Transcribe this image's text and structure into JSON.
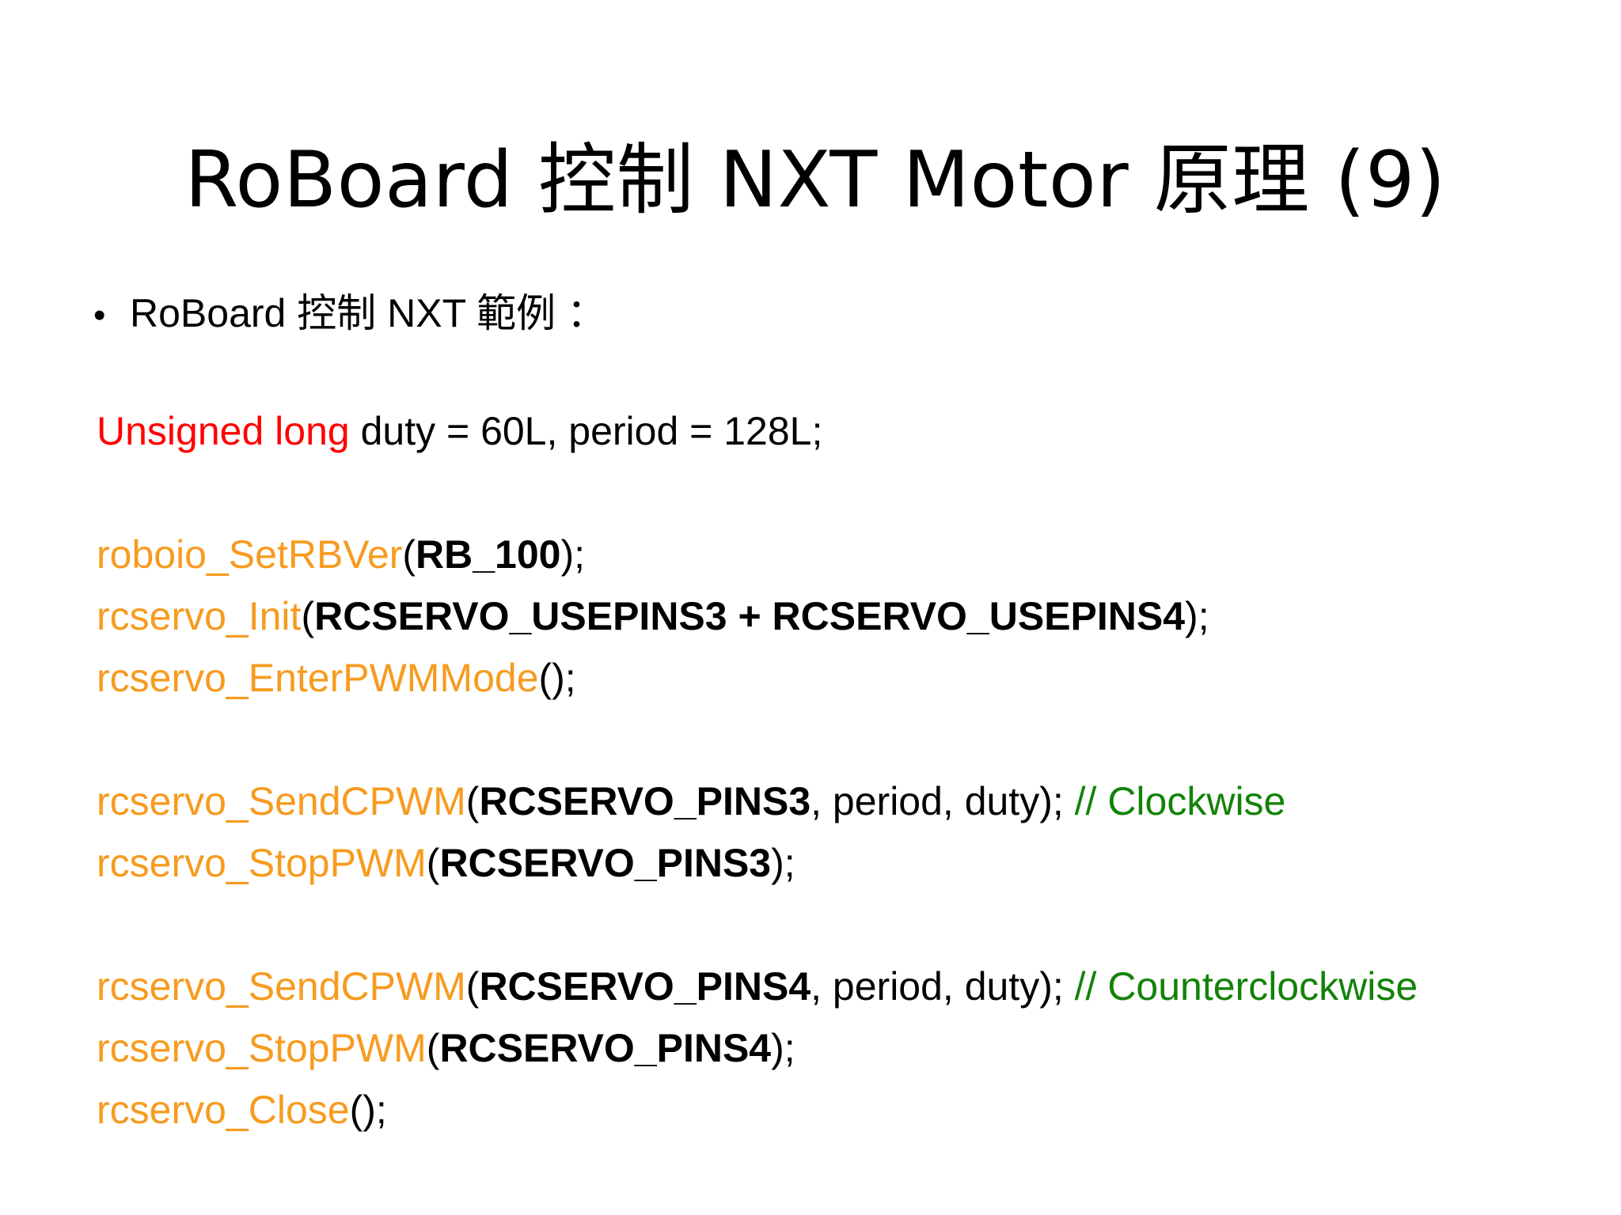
{
  "slide": {
    "title": "RoBoard 控制 NXT Motor 原理 (9)",
    "bullet": {
      "marker": "•",
      "text": "RoBoard 控制 NXT 範例 ："
    },
    "colors": {
      "background": "#FFFFFF",
      "title": "#000000",
      "keyword_red": "#FF0000",
      "function_orange": "#F79B20",
      "argument_black": "#000000",
      "comment_green": "#138208"
    },
    "code_lines": [
      {
        "id": "line-declaration",
        "tokens": [
          {
            "text": "Unsigned long",
            "style": "red"
          },
          {
            "text": " duty = 60L, period = 128L;",
            "style": "plain"
          }
        ]
      },
      {
        "id": "line-blank-1",
        "tokens": []
      },
      {
        "id": "line-setrbver",
        "tokens": [
          {
            "text": "roboio_SetRBVer",
            "style": "fn"
          },
          {
            "text": "(",
            "style": "plain"
          },
          {
            "text": "RB_100",
            "style": "arg"
          },
          {
            "text": ");",
            "style": "plain"
          }
        ]
      },
      {
        "id": "line-init",
        "tokens": [
          {
            "text": "rcservo_Init",
            "style": "fn"
          },
          {
            "text": "(",
            "style": "plain"
          },
          {
            "text": "RCSERVO_USEPINS3 + RCSERVO_USEPINS4",
            "style": "arg"
          },
          {
            "text": ");",
            "style": "plain"
          }
        ]
      },
      {
        "id": "line-enterpwmmode",
        "tokens": [
          {
            "text": "rcservo_EnterPWMMode",
            "style": "fn"
          },
          {
            "text": "();",
            "style": "plain"
          }
        ]
      },
      {
        "id": "line-blank-2",
        "tokens": []
      },
      {
        "id": "line-sendcpwm-pins3",
        "tokens": [
          {
            "text": "rcservo_SendCPWM",
            "style": "fn"
          },
          {
            "text": "(",
            "style": "plain"
          },
          {
            "text": "RCSERVO_PINS3",
            "style": "arg"
          },
          {
            "text": ", period, duty); ",
            "style": "plain"
          },
          {
            "text": "// Clockwise",
            "style": "cmt"
          }
        ]
      },
      {
        "id": "line-stoppwm-pins3",
        "tokens": [
          {
            "text": "rcservo_StopPWM",
            "style": "fn"
          },
          {
            "text": "(",
            "style": "plain"
          },
          {
            "text": "RCSERVO_PINS3",
            "style": "arg"
          },
          {
            "text": ");",
            "style": "plain"
          }
        ]
      },
      {
        "id": "line-blank-3",
        "tokens": []
      },
      {
        "id": "line-sendcpwm-pins4",
        "tokens": [
          {
            "text": "rcservo_SendCPWM",
            "style": "fn"
          },
          {
            "text": "(",
            "style": "plain"
          },
          {
            "text": "RCSERVO_PINS4",
            "style": "arg"
          },
          {
            "text": ", period, duty); ",
            "style": "plain"
          },
          {
            "text": "// Counterclockwise",
            "style": "cmt"
          }
        ]
      },
      {
        "id": "line-stoppwm-pins4",
        "tokens": [
          {
            "text": "rcservo_StopPWM",
            "style": "fn"
          },
          {
            "text": "(",
            "style": "plain"
          },
          {
            "text": "RCSERVO_PINS4",
            "style": "arg"
          },
          {
            "text": ");",
            "style": "plain"
          }
        ]
      },
      {
        "id": "line-close",
        "tokens": [
          {
            "text": "rcservo_Close",
            "style": "fn"
          },
          {
            "text": "();",
            "style": "plain"
          }
        ]
      }
    ]
  }
}
